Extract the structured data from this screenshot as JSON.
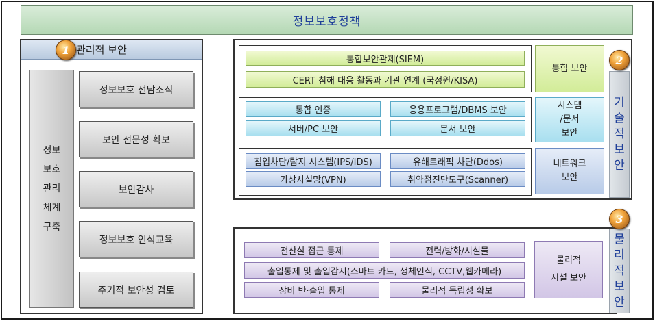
{
  "policy": "정보보호정책",
  "management": {
    "number": "1",
    "title": "관리적 보안",
    "side": [
      "정보",
      "보호",
      "관리",
      "체계",
      "구축"
    ],
    "items": [
      "정보보호 전담조직",
      "보안 전문성 확보",
      "보안감사",
      "정보보호 인식교육",
      "주기적 보안성 검토"
    ]
  },
  "technical": {
    "number": "2",
    "title_chars": [
      "기",
      "술",
      "적",
      "보",
      "안"
    ],
    "groups": [
      {
        "items": [
          "통합보안관제(SIEM)",
          "CERT 침해 대응 활동과 기관 연계 (국정원/KISA)"
        ],
        "label": [
          "통합 보안"
        ]
      },
      {
        "items": [
          "통합 인증",
          "응용프로그램/DBMS 보안",
          "서버/PC 보안",
          "문서 보안"
        ],
        "label": [
          "시스템",
          "/문서",
          "보안"
        ]
      },
      {
        "items": [
          "침입차단/탐지 시스템(IPS/IDS)",
          "유해트래픽 차단(Ddos)",
          "가상사설망(VPN)",
          "취약점진단도구(Scanner)"
        ],
        "label": [
          "네트워크",
          "보안"
        ]
      }
    ]
  },
  "physical": {
    "number": "3",
    "title_chars": [
      "물",
      "리",
      "적",
      "보",
      "안"
    ],
    "items": [
      "전산실 접근 통제",
      "전력/방화/시설물",
      "출입통제 및 출입감시(스마트 카드, 생체인식, CCTV,웹카메라)",
      "장비 반·출입 통제",
      "물리적 독립성 확보"
    ],
    "label": [
      "물리적",
      "시설 보안"
    ]
  },
  "colors": {
    "title_blue": "#1f3f99",
    "green": "#d2ec98",
    "cyan": "#a8dfef",
    "blue": "#b8cbe8",
    "purple": "#d2c6e6"
  }
}
